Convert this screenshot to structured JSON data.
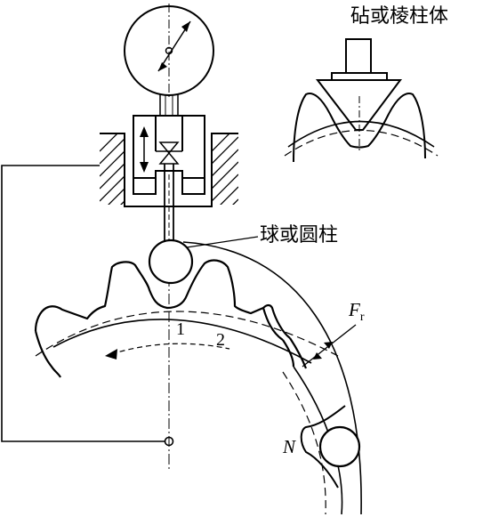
{
  "labels": {
    "anvil_or_prism": "砧或棱柱体",
    "ball_or_cylinder": "球或圆柱",
    "fr_main": "F",
    "fr_sub": "r",
    "mark_1": "1",
    "mark_2": "2",
    "mark_n": "N"
  },
  "colors": {
    "ink": "#000000",
    "hatch": "#000000",
    "background": "#ffffff"
  },
  "icons": {
    "dial_indicator": "dial-gauge-icon",
    "probe": "ball-probe-icon",
    "anvil": "prism-anvil-icon"
  }
}
